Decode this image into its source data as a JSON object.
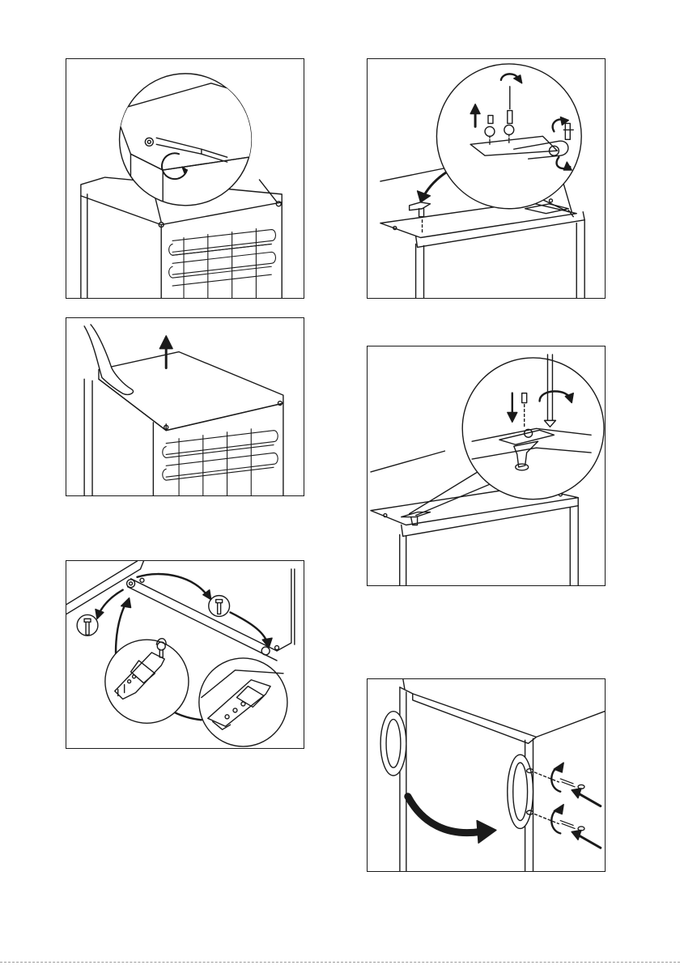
{
  "page": {
    "colors": {
      "ink": "#1a1a1a",
      "paper": "#ffffff"
    }
  },
  "figures": [
    {
      "id": "fig-1",
      "icon": "screwdriver-unscrew-icon"
    },
    {
      "id": "fig-2",
      "icon": "lift-arrow-icon"
    },
    {
      "id": "fig-3",
      "icon": "hinge-swap-icon"
    },
    {
      "id": "fig-4",
      "icon": "hinge-bracket-remove-icon"
    },
    {
      "id": "fig-5",
      "icon": "hinge-bracket-fasten-icon"
    },
    {
      "id": "fig-6",
      "icon": "handle-move-icon"
    }
  ]
}
